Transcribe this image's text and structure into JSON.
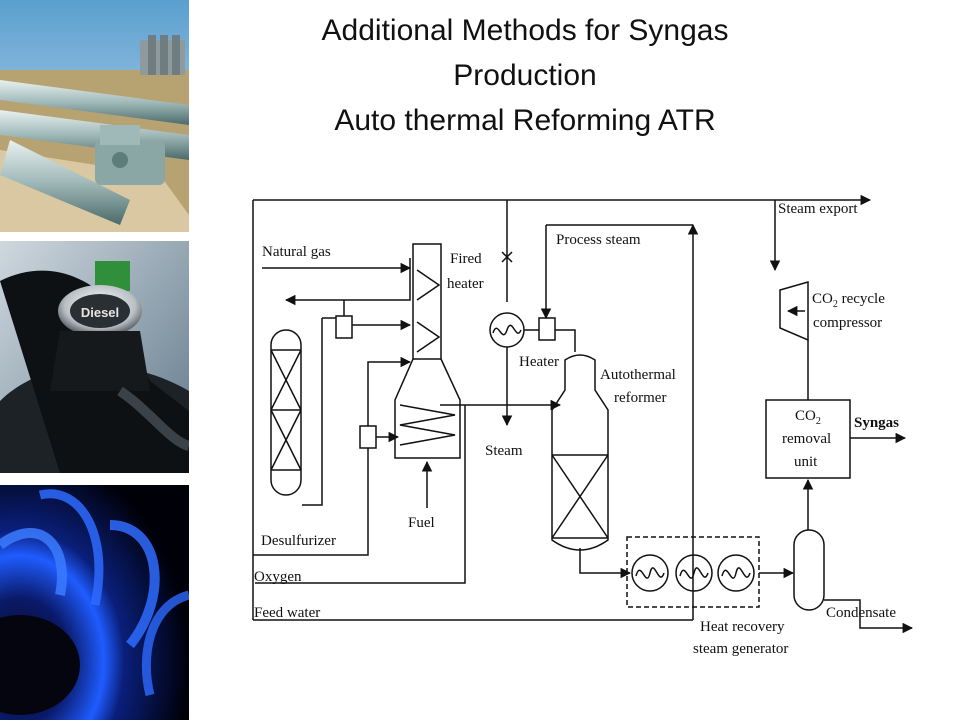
{
  "slide": {
    "title_lines": [
      "Additional Methods for Syngas",
      "Production",
      "Auto thermal Reforming ATR"
    ]
  },
  "sidebar": {
    "photos": [
      "pipeline-photo",
      "diesel-nozzle-photo",
      "gas-flame-photo"
    ],
    "nozzle_label": "Diesel"
  },
  "diagram": {
    "labels": {
      "steam_export": "Steam export",
      "natural_gas": "Natural gas",
      "fired_heater": [
        "Fired",
        "heater"
      ],
      "process_steam": "Process steam",
      "co2_recycle_compressor": [
        "CO",
        "2",
        " recycle",
        "compressor"
      ],
      "heater": "Heater",
      "autothermal_reformer": [
        "Autothermal",
        "reformer"
      ],
      "co2_removal_unit": [
        "CO",
        "2",
        "removal",
        "unit"
      ],
      "syngas": "Syngas",
      "steam": "Steam",
      "fuel": "Fuel",
      "desulfurizer": "Desulfurizer",
      "oxygen": "Oxygen",
      "feed_water": "Feed water",
      "heat_recovery_steam_generator": [
        "Heat recovery",
        "steam generator"
      ],
      "condensate": "Condensate"
    }
  }
}
